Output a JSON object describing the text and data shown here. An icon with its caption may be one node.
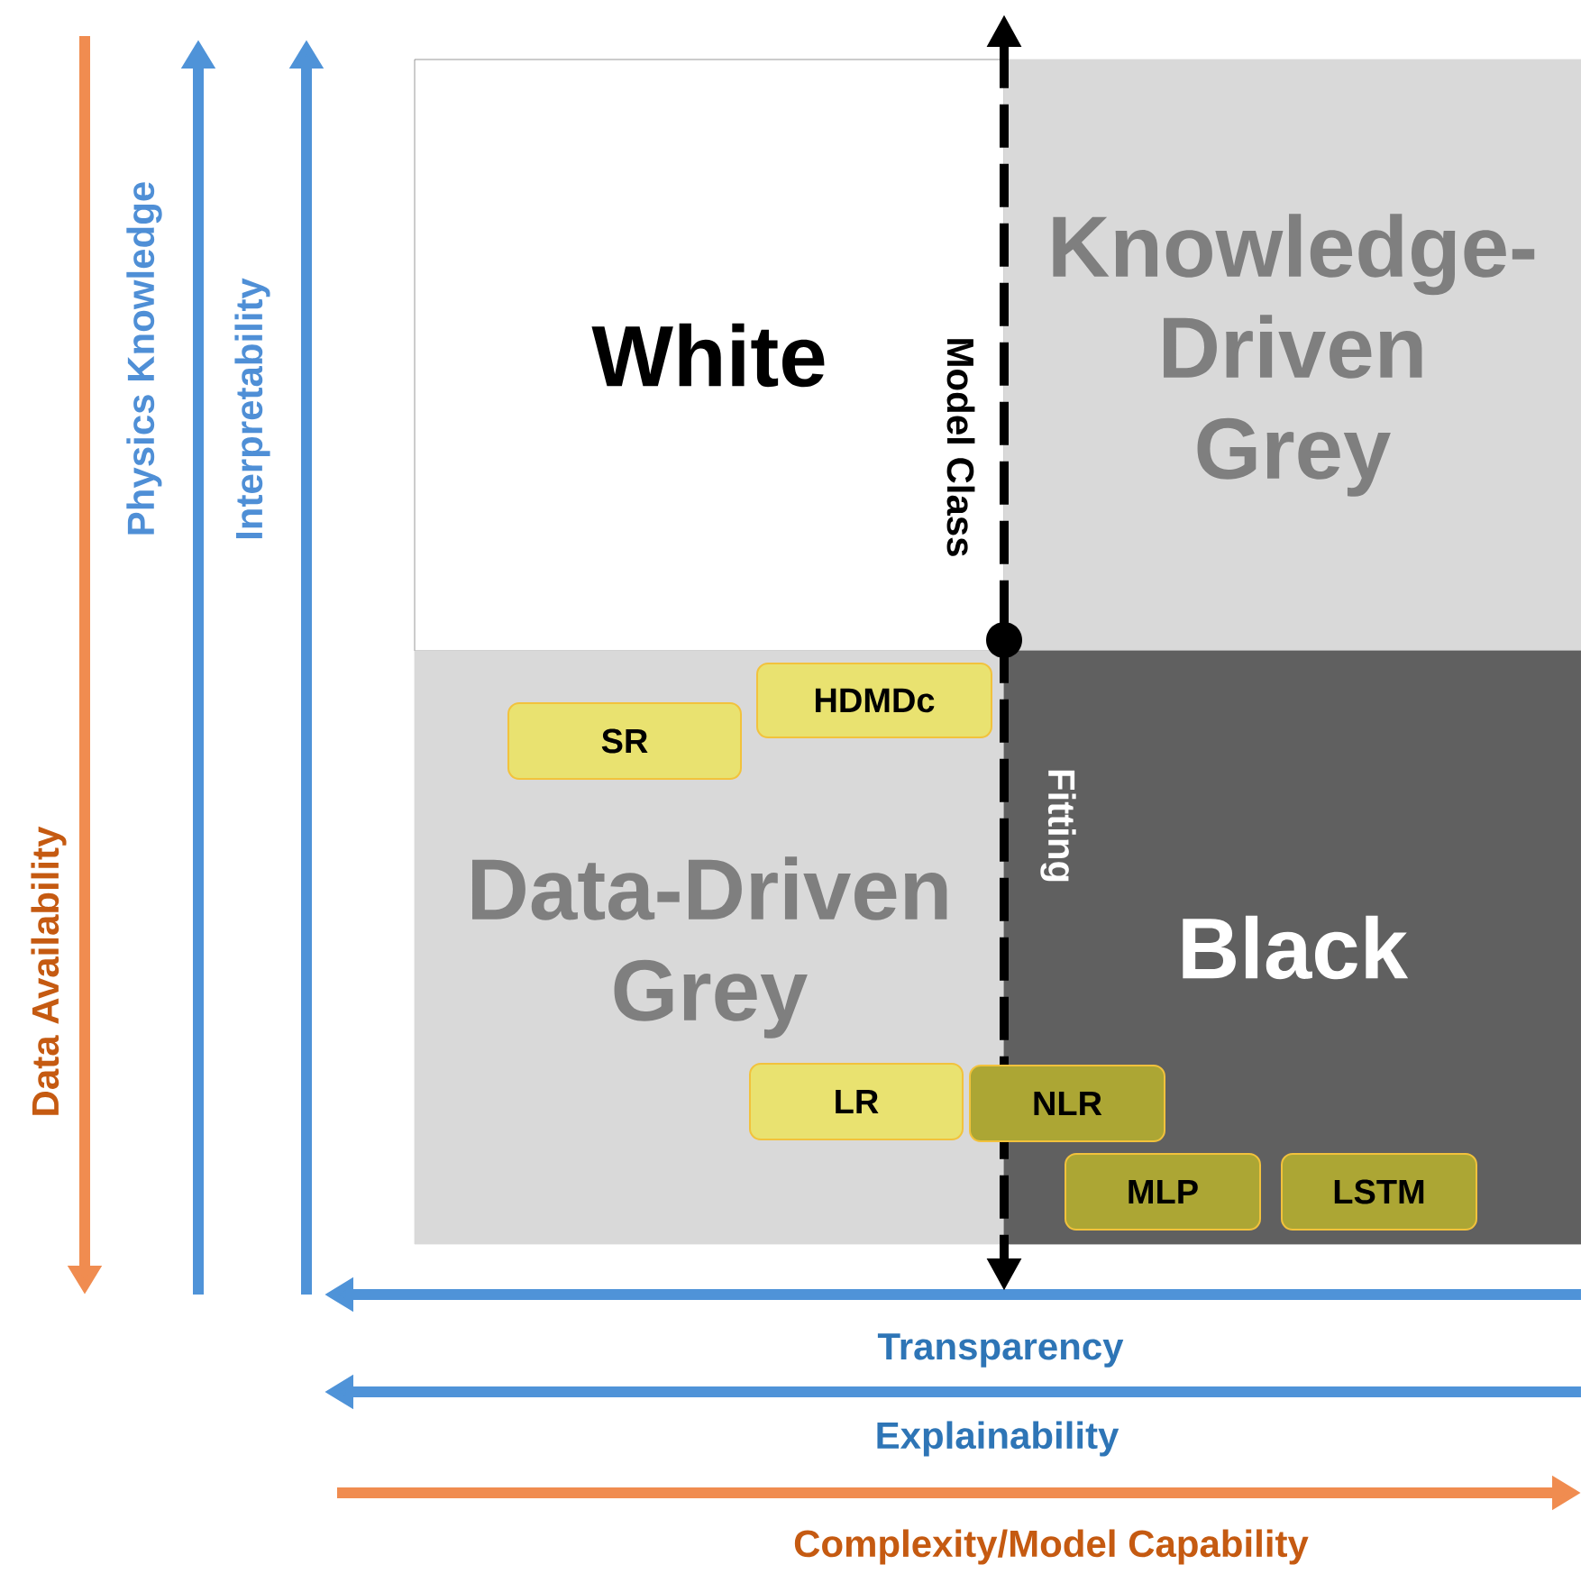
{
  "diagram": {
    "nodes": [
      {
        "text": [
          "White"
        ]
      },
      {
        "text": [
          "Knowledge-Driven Grey"
        ]
      },
      {
        "text": [
          "Data-Driven Grey"
        ]
      },
      {
        "text": [
          "Black"
        ]
      },
      {
        "text": [
          "SR"
        ],
        "in": 2
      },
      {
        "text": [
          "HDMDc"
        ],
        "in": 2
      },
      {
        "text": [
          "LR"
        ],
        "in": 2
      },
      {
        "text": [
          "NLR"
        ]
      },
      {
        "text": [
          "MLP"
        ],
        "in": 3
      },
      {
        "text": [
          "LSTM"
        ],
        "in": 3
      }
    ],
    "labels": [
      "Physics Knowledge",
      "Interpretability",
      "Data Availability",
      "Model Class",
      "Fitting",
      "Transparency",
      "Explainability",
      "Complexity/Model Capability"
    ]
  }
}
